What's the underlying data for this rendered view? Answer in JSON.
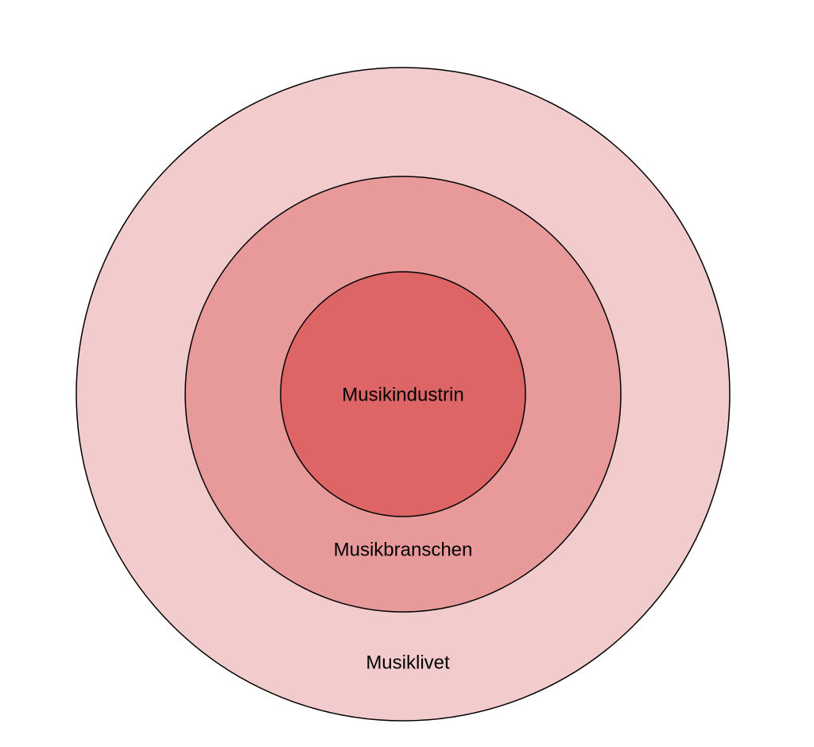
{
  "diagram": {
    "rings": [
      {
        "label": "Musiklivet",
        "fill": "#f2cbcc"
      },
      {
        "label": "Musikbranschen",
        "fill": "#e89a9a"
      },
      {
        "label": "Musikindustrin",
        "fill": "#de6566"
      }
    ],
    "stroke": "#000000",
    "background": "#ffffff"
  }
}
